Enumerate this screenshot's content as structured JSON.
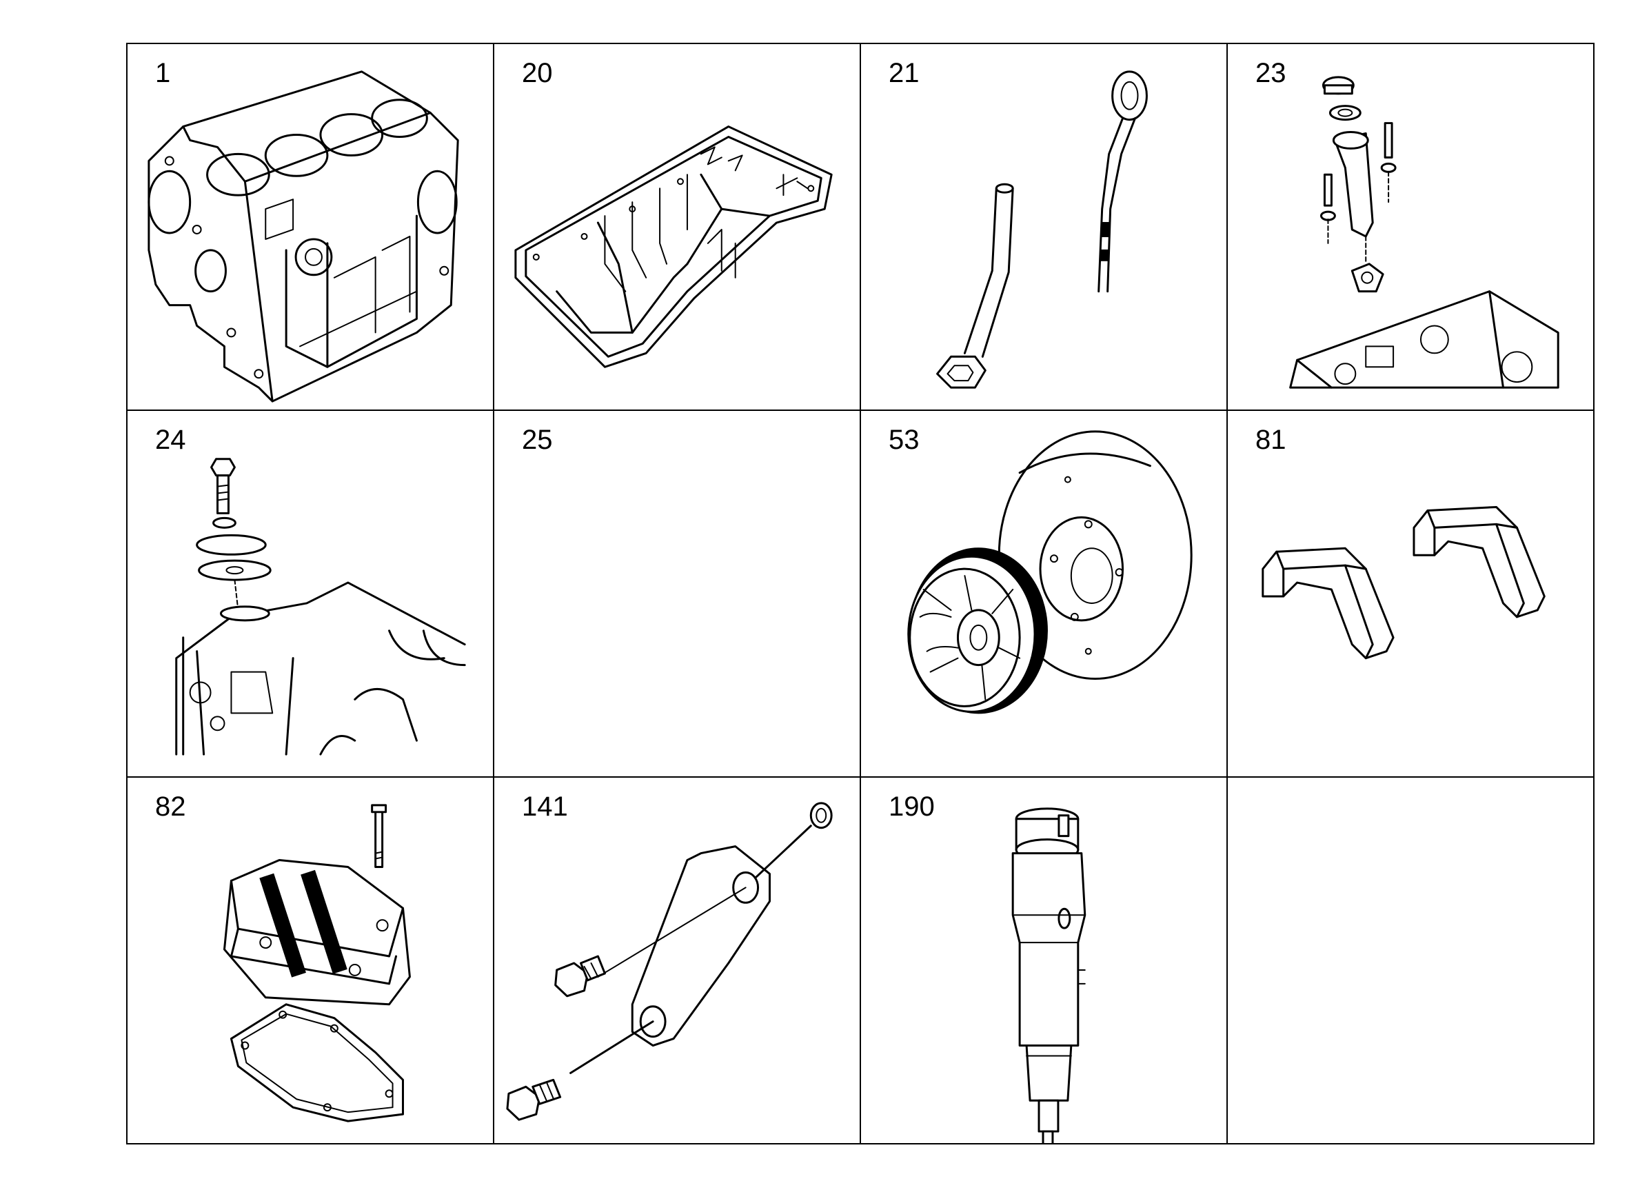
{
  "cells": [
    {
      "number": "1",
      "icon": "engine-block"
    },
    {
      "number": "20",
      "icon": "oil-pan"
    },
    {
      "number": "21",
      "icon": "dipstick-and-guide-tube"
    },
    {
      "number": "23",
      "icon": "oil-filler-neck"
    },
    {
      "number": "24",
      "icon": "cover-plate-with-gasket"
    },
    {
      "number": "25",
      "icon": ""
    },
    {
      "number": "53",
      "icon": "crankshaft-pulley-and-vibration-damper"
    },
    {
      "number": "81",
      "icon": "main-bearing-caps"
    },
    {
      "number": "82",
      "icon": "cylinder-head-cover-with-gasket"
    },
    {
      "number": "141",
      "icon": "bracket-with-bolts-and-seal-ring"
    },
    {
      "number": "190",
      "icon": "fuel-injector"
    },
    {
      "number": "",
      "icon": ""
    }
  ]
}
